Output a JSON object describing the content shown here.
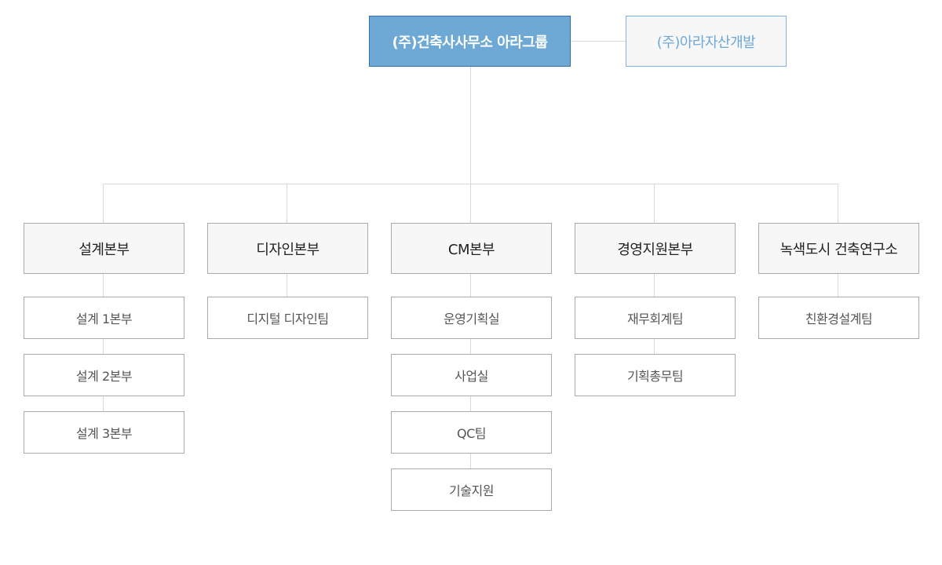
{
  "root": {
    "label": "(주)건축사사무소 아라그룹"
  },
  "affiliate": {
    "label": "(주)아라자산개발"
  },
  "colors": {
    "root_fill": "#6ea9d6",
    "root_border": "#2f6fab",
    "affiliate_text": "#6ea9d6",
    "line": "#d9d9d9"
  },
  "departments": [
    {
      "label": "설계본부",
      "teams": [
        "설계 1본부",
        "설계 2본부",
        "설계 3본부"
      ]
    },
    {
      "label": "디자인본부",
      "teams": [
        "디지털 디자인팀"
      ]
    },
    {
      "label": "CM본부",
      "teams": [
        "운영기획실",
        "사업실",
        "QC팀",
        "기술지원"
      ]
    },
    {
      "label": "경영지원본부",
      "teams": [
        "재무회계팀",
        "기획총무팀"
      ]
    },
    {
      "label": "녹색도시 건축연구소",
      "teams": [
        "친환경설계팀"
      ]
    }
  ]
}
